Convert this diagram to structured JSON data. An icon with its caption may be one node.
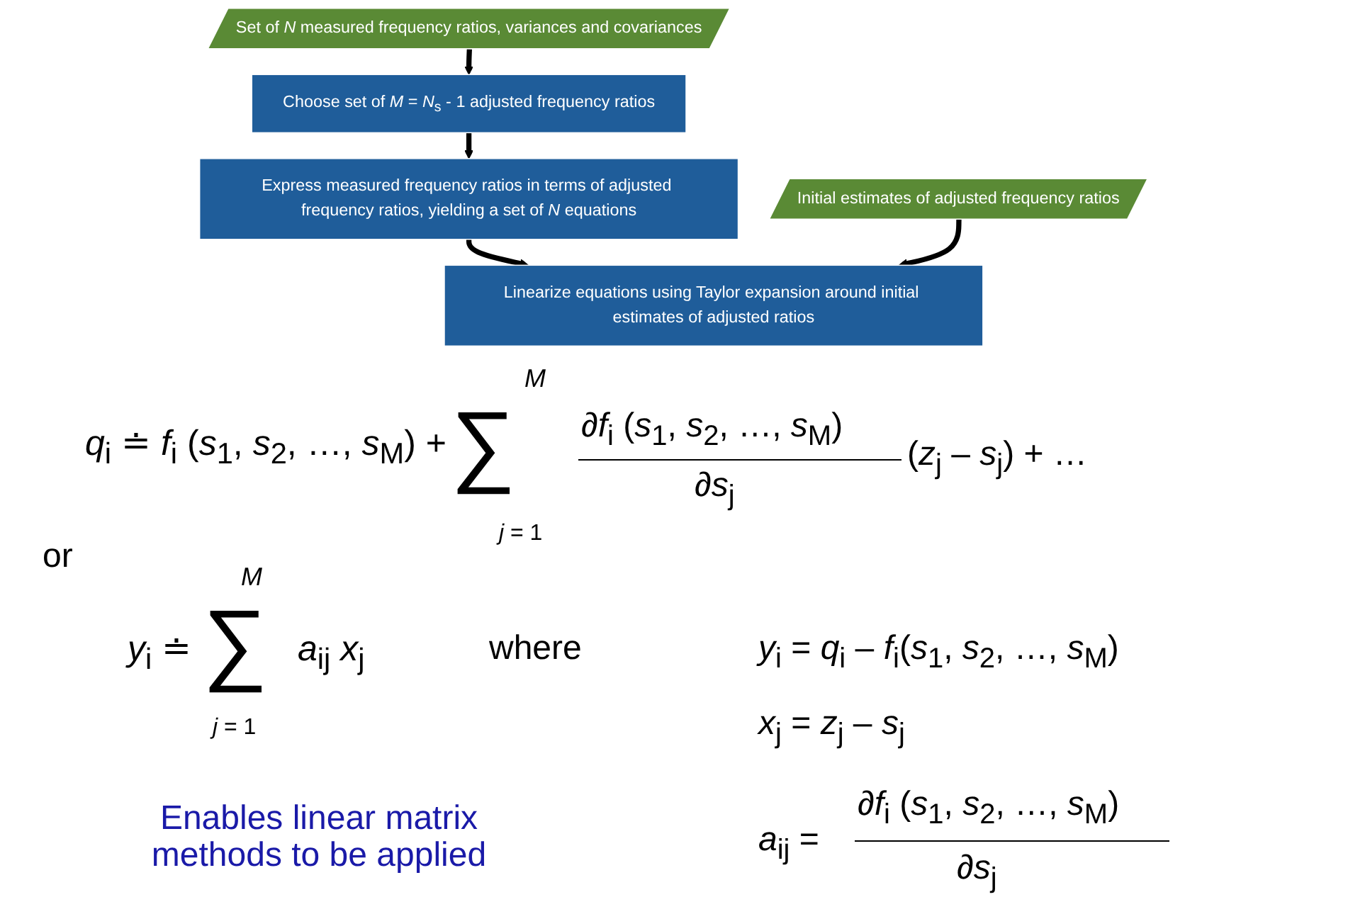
{
  "diagram": {
    "nodes": [
      {
        "text": [
          "Set of *N* measured frequency ratios, variances and covariances"
        ]
      },
      {
        "text": [
          "Choose set of *M* = *N*$_{s}$ - 1 adjusted frequency ratios"
        ]
      },
      {
        "text": [
          "Express measured frequency ratios in terms of adjusted frequency ratios, yielding a set of *N* equations"
        ]
      },
      {
        "text": [
          "Initial estimates of adjusted frequency ratios"
        ]
      },
      {
        "text": [
          "Linearize equations using Taylor expansion around initial estimates of adjusted ratios"
        ]
      }
    ],
    "edges": [
      {
        "from": 0,
        "to": 1,
        "arrow": "to"
      },
      {
        "from": 1,
        "to": 2,
        "arrow": "to"
      },
      {
        "from": 2,
        "to": 4,
        "arrow": "to"
      },
      {
        "from": 3,
        "to": 4,
        "arrow": "to"
      }
    ],
    "labels": [
      "*q*$_{i}$ ≐ *f*$_{i}$ (*s*$_{1}$, *s*$_{2}$, …, *s*$_{M}$) +",
      "*M*",
      "∑",
      "*j* = 1",
      "∂*f*$_{i}$ (*s*$_{1}$, *s*$_{2}$, …, *s*$_{M}$)",
      "∂*s*$_{j}$",
      "(*z*$_{j}$ – *s*$_{j}$) + …",
      "or",
      "*y*$_{i}$ ≐",
      "*M*",
      "∑",
      "*j* = 1",
      "*a*$_{ij}$ *x*$_{j}$",
      "where",
      "*y*$_{i}$ = *q*$_{i}$ – *f*$_{i}$(*s*$_{1}$, *s*$_{2}$, …, *s*$_{M}$)",
      "*x*$_{j}$ = *z*$_{j}$ – *s*$_{j}$",
      "Enables linear matrix methods to be applied",
      "*a*$_{ij}$ =",
      "∂*f*$_{i}$ (*s*$_{1}$, *s*$_{2}$, …, *s*$_{M}$)",
      "∂*s*$_{j}$"
    ]
  }
}
